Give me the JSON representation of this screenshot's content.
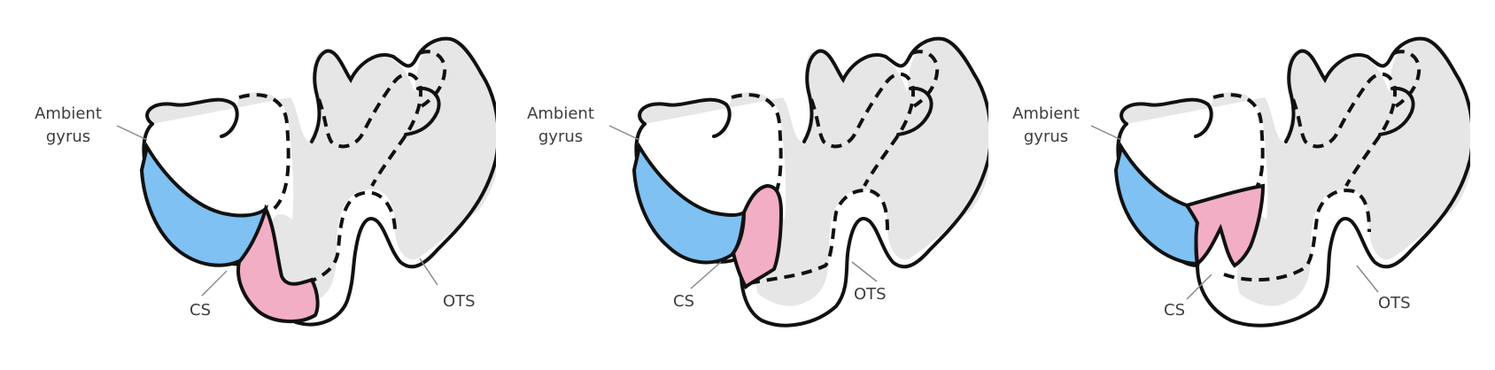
{
  "panels": [
    {
      "labels": {
        "ambient_line1": "Ambient",
        "ambient_line2": "gyrus",
        "cs": "CS",
        "ots": "OTS"
      },
      "variant": "wide-pink"
    },
    {
      "labels": {
        "ambient_line1": "Ambient",
        "ambient_line2": "gyrus",
        "cs": "CS",
        "ots": "OTS"
      },
      "variant": "upper-pink"
    },
    {
      "labels": {
        "ambient_line1": "Ambient",
        "ambient_line2": "gyrus",
        "cs": "CS",
        "ots": "OTS"
      },
      "variant": "small-pink"
    }
  ],
  "colors": {
    "cortex_fill": "#e6e6e6",
    "outline": "#111111",
    "blue_region": "#7ec1f2",
    "pink_region": "#f2aec4",
    "label_text": "#3d3d3d",
    "pointer_line": "#8a8a8a"
  }
}
